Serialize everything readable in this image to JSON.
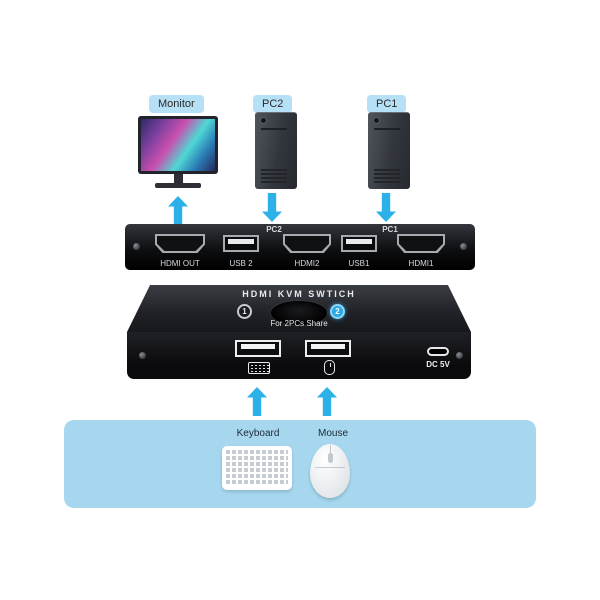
{
  "callouts": {
    "monitor": "Monitor",
    "pc2": "PC2",
    "pc1": "PC1"
  },
  "rear_panel": {
    "group_labels": [
      "PC2",
      "PC1"
    ],
    "port_labels": [
      "HDMI OUT",
      "USB 2",
      "HDMI2",
      "USB1",
      "HDMI1"
    ]
  },
  "front_panel": {
    "title": "HDMI KVM SWTICH",
    "button1": "1",
    "button2": "2",
    "subtitle": "For 2PCs Share",
    "power_label": "DC 5V"
  },
  "bottom": {
    "keyboard": "Keyboard",
    "mouse": "Mouse"
  },
  "colors": {
    "arrow": "#2bb1e8",
    "callout_bg": "#b5e0f5",
    "panel_bg": "#a6d7ef",
    "active_button": "#29a8e8"
  }
}
